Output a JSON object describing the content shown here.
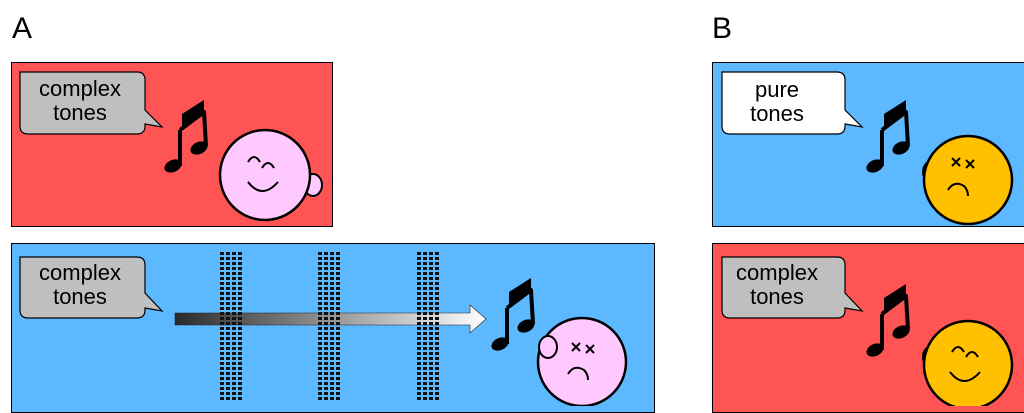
{
  "panels": {
    "a": {
      "letter": "A"
    },
    "b": {
      "letter": "B"
    }
  },
  "scenes": [
    {
      "id": "a-top",
      "background": "#ff5454",
      "bubble_fill": "#bfbfbf",
      "bubble_lines": [
        "complex",
        "tones"
      ],
      "face_color": "#ffc8ff",
      "face_mood": "happy",
      "icons": [
        "speech-bubble-icon",
        "music-note-icon",
        "happy-face-icon"
      ]
    },
    {
      "id": "a-bottom",
      "background": "#5cb8ff",
      "bubble_fill": "#bfbfbf",
      "bubble_lines": [
        "complex",
        "tones"
      ],
      "face_color": "#ffc8ff",
      "face_mood": "unhappy",
      "icons": [
        "speech-bubble-icon",
        "gradient-arrow-icon",
        "noise-band-icon",
        "music-note-icon",
        "unhappy-face-icon"
      ]
    },
    {
      "id": "b-top",
      "background": "#5cb8ff",
      "bubble_fill": "#ffffff",
      "bubble_lines": [
        "pure",
        "tones"
      ],
      "face_color": "#ffc000",
      "face_mood": "unhappy",
      "icons": [
        "speech-bubble-icon",
        "music-note-icon",
        "unhappy-face-icon"
      ]
    },
    {
      "id": "b-bottom",
      "background": "#ff5454",
      "bubble_fill": "#bfbfbf",
      "bubble_lines": [
        "complex",
        "tones"
      ],
      "face_color": "#ffc000",
      "face_mood": "happy",
      "icons": [
        "speech-bubble-icon",
        "music-note-icon",
        "happy-face-icon"
      ]
    }
  ]
}
